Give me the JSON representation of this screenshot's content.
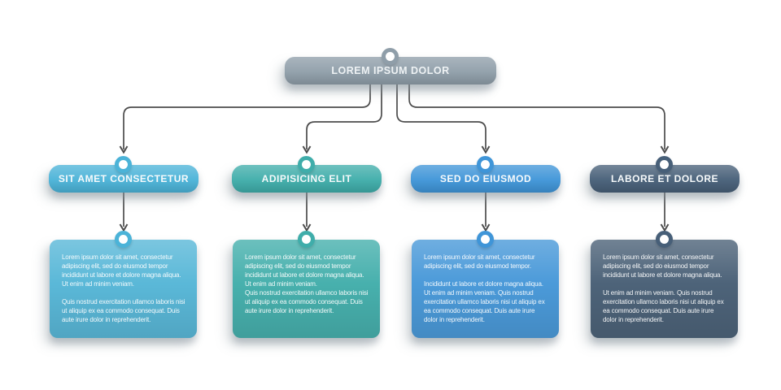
{
  "background_color": "#ffffff",
  "connector_color": "#4c4c4c",
  "root": {
    "label": "LOREM IPSUM DOLOR",
    "color": "#8f9ea9"
  },
  "branches": [
    {
      "label": "SIT AMET CONSECTETUR",
      "color": "#4bb3d8",
      "box_color": "#5ab8d8",
      "paragraphs": [
        "Lorem ipsum dolor sit amet, consectetur adipiscing elit, sed do eiusmod tempor incididunt ut labore et dolore magna aliqua. Ut enim ad minim veniam.",
        "Quis nostrud exercitation ullamco laboris nisi ut aliquip ex ea commodo consequat. Duis aute irure dolor in reprehenderit."
      ]
    },
    {
      "label": "ADIPISICING ELIT",
      "color": "#3fadaa",
      "box_color": "#47b0ad",
      "paragraphs": [
        "Lorem ipsum dolor sit amet, consectetur adipiscing elit, sed do eiusmod tempor incididunt ut labore et dolore magna aliqua. Ut enim ad minim veniam.",
        "Quis nostrud exercitation ullamco laboris nisi ut aliquip ex ea commodo consequat. Duis aute irure dolor in reprehenderit."
      ]
    },
    {
      "label": "SED DO EIUSMOD",
      "color": "#3f95d8",
      "box_color": "#4b9ad9",
      "paragraphs": [
        "Lorem ipsum dolor sit amet, consectetur adipiscing elit, sed do eiusmod tempor.",
        "Incididunt ut labore et dolore magna aliqua. Ut enim ad minim veniam. Quis nostrud exercitation ullamco laboris nisi ut aliquip ex ea commodo consequat. Duis aute irure dolor in reprehenderit."
      ]
    },
    {
      "label": "LABORE ET DOLORE",
      "color": "#475f78",
      "box_color": "#4d6379",
      "paragraphs": [
        "Lorem ipsum dolor sit amet, consectetur adipiscing elit, sed do eiusmod tempor incididunt ut labore et dolore magna aliqua.",
        "Ut enim ad minim veniam. Quis nostrud exercitation ullamco laboris nisi ut aliquip ex ea commodo consequat. Duis aute irure dolor in reprehenderit."
      ]
    }
  ]
}
